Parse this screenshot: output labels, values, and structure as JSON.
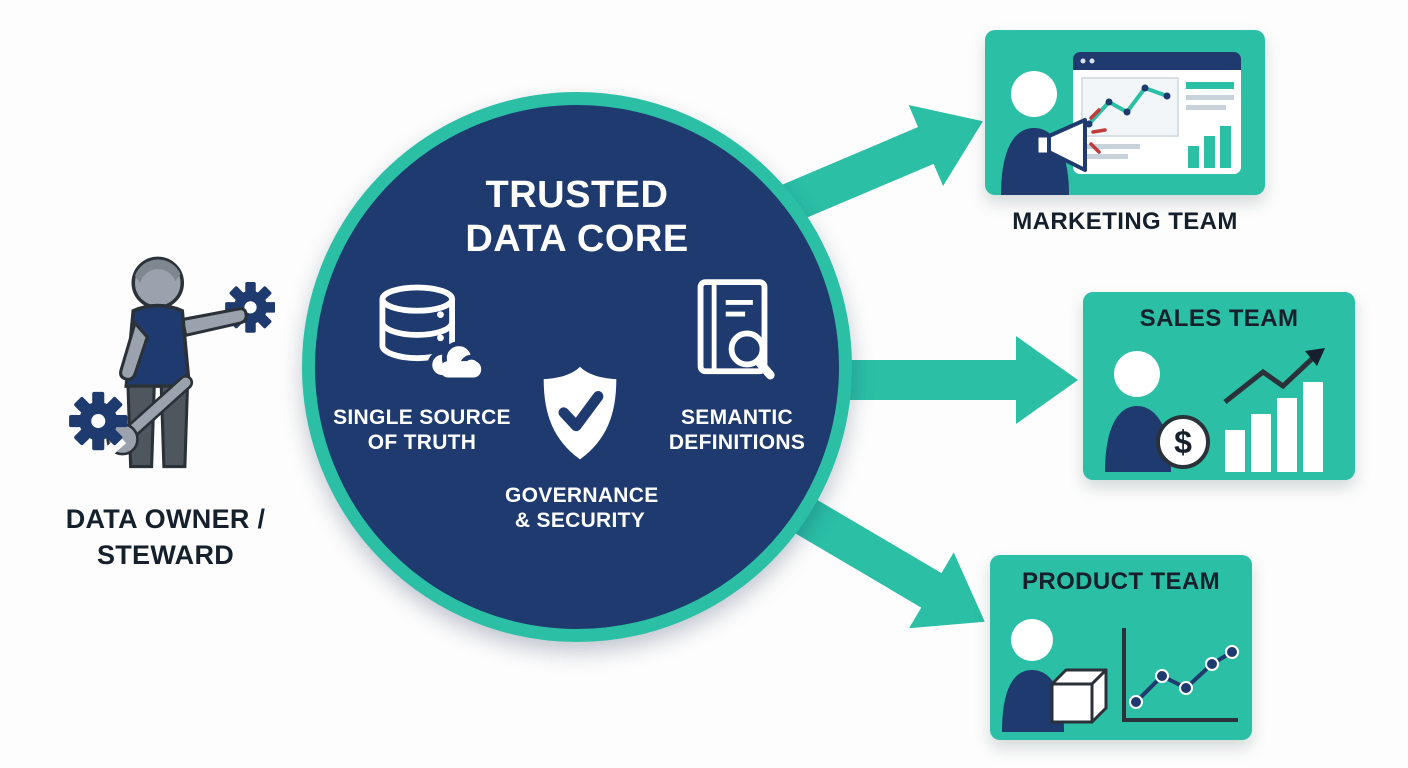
{
  "colors": {
    "teal": "#2BBFA6",
    "navy": "#1E3A6E",
    "ink": "#15202C",
    "gray": "#9AA3AD",
    "gray_dark": "#4E565E",
    "outline": "#2B3138",
    "accent_red": "#C23B3B"
  },
  "actor": {
    "label": "DATA OWNER / STEWARD",
    "icon": "person-gears-wrench-icon"
  },
  "core": {
    "title_line1": "TRUSTED",
    "title_line2": "DATA CORE",
    "items": [
      {
        "id": "single-source",
        "icon": "database-cloud-icon",
        "label": "SINGLE SOURCE OF TRUTH"
      },
      {
        "id": "governance",
        "icon": "shield-check-icon",
        "label": "GOVERNANCE & SECURITY"
      },
      {
        "id": "semantic",
        "icon": "book-magnifier-icon",
        "label": "SEMANTIC DEFINITIONS"
      }
    ]
  },
  "teams": [
    {
      "id": "marketing",
      "name": "MARKETING TEAM",
      "icon": "marketing-dashboard-megaphone-icon",
      "label_position": "below-card"
    },
    {
      "id": "sales",
      "name": "SALES TEAM",
      "icon": "sales-dollar-bar-chart-icon",
      "label_position": "inside-card-top"
    },
    {
      "id": "product",
      "name": "PRODUCT TEAM",
      "icon": "product-cube-line-chart-icon",
      "label_position": "inside-card-top"
    }
  ]
}
